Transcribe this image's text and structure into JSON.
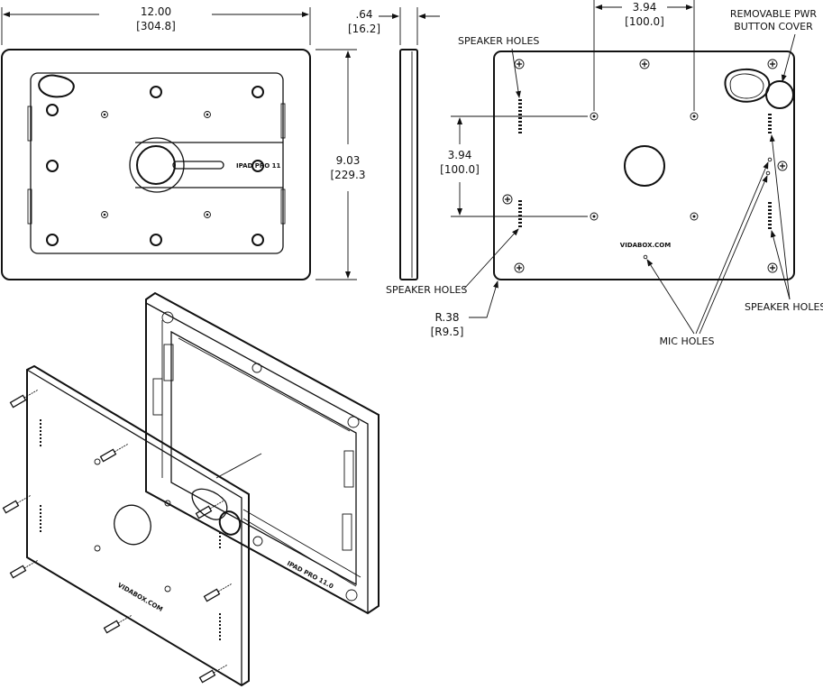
{
  "dimensions": {
    "width_in": "12.00",
    "width_mm": "[304.8]",
    "depth_in": ".64",
    "depth_mm": "[16.2]",
    "height_in": "9.03",
    "height_mm": "[229.3",
    "hole_spacing_h_in": "3.94",
    "hole_spacing_h_mm": "[100.0]",
    "hole_spacing_v_in": "3.94",
    "hole_spacing_v_mm": "[100.0]",
    "radius_in": "R.38",
    "radius_mm": "[R9.5]"
  },
  "callouts": {
    "removable_cover_line1": "REMOVABLE PWR",
    "removable_cover_line2": "BUTTON COVER",
    "speaker_holes_top_left": "SPEAKER HOLES",
    "speaker_holes_bottom_left": "SPEAKER HOLES",
    "speaker_holes_right": "SPEAKER HOLES",
    "mic_holes": "MIC HOLES"
  },
  "product_text": {
    "front_label": "IPAD PRO 11",
    "brand": "VIDABOX.COM",
    "iso_brand": "VIDABOX.COM",
    "iso_label": "IPAD PRO 11.0"
  }
}
